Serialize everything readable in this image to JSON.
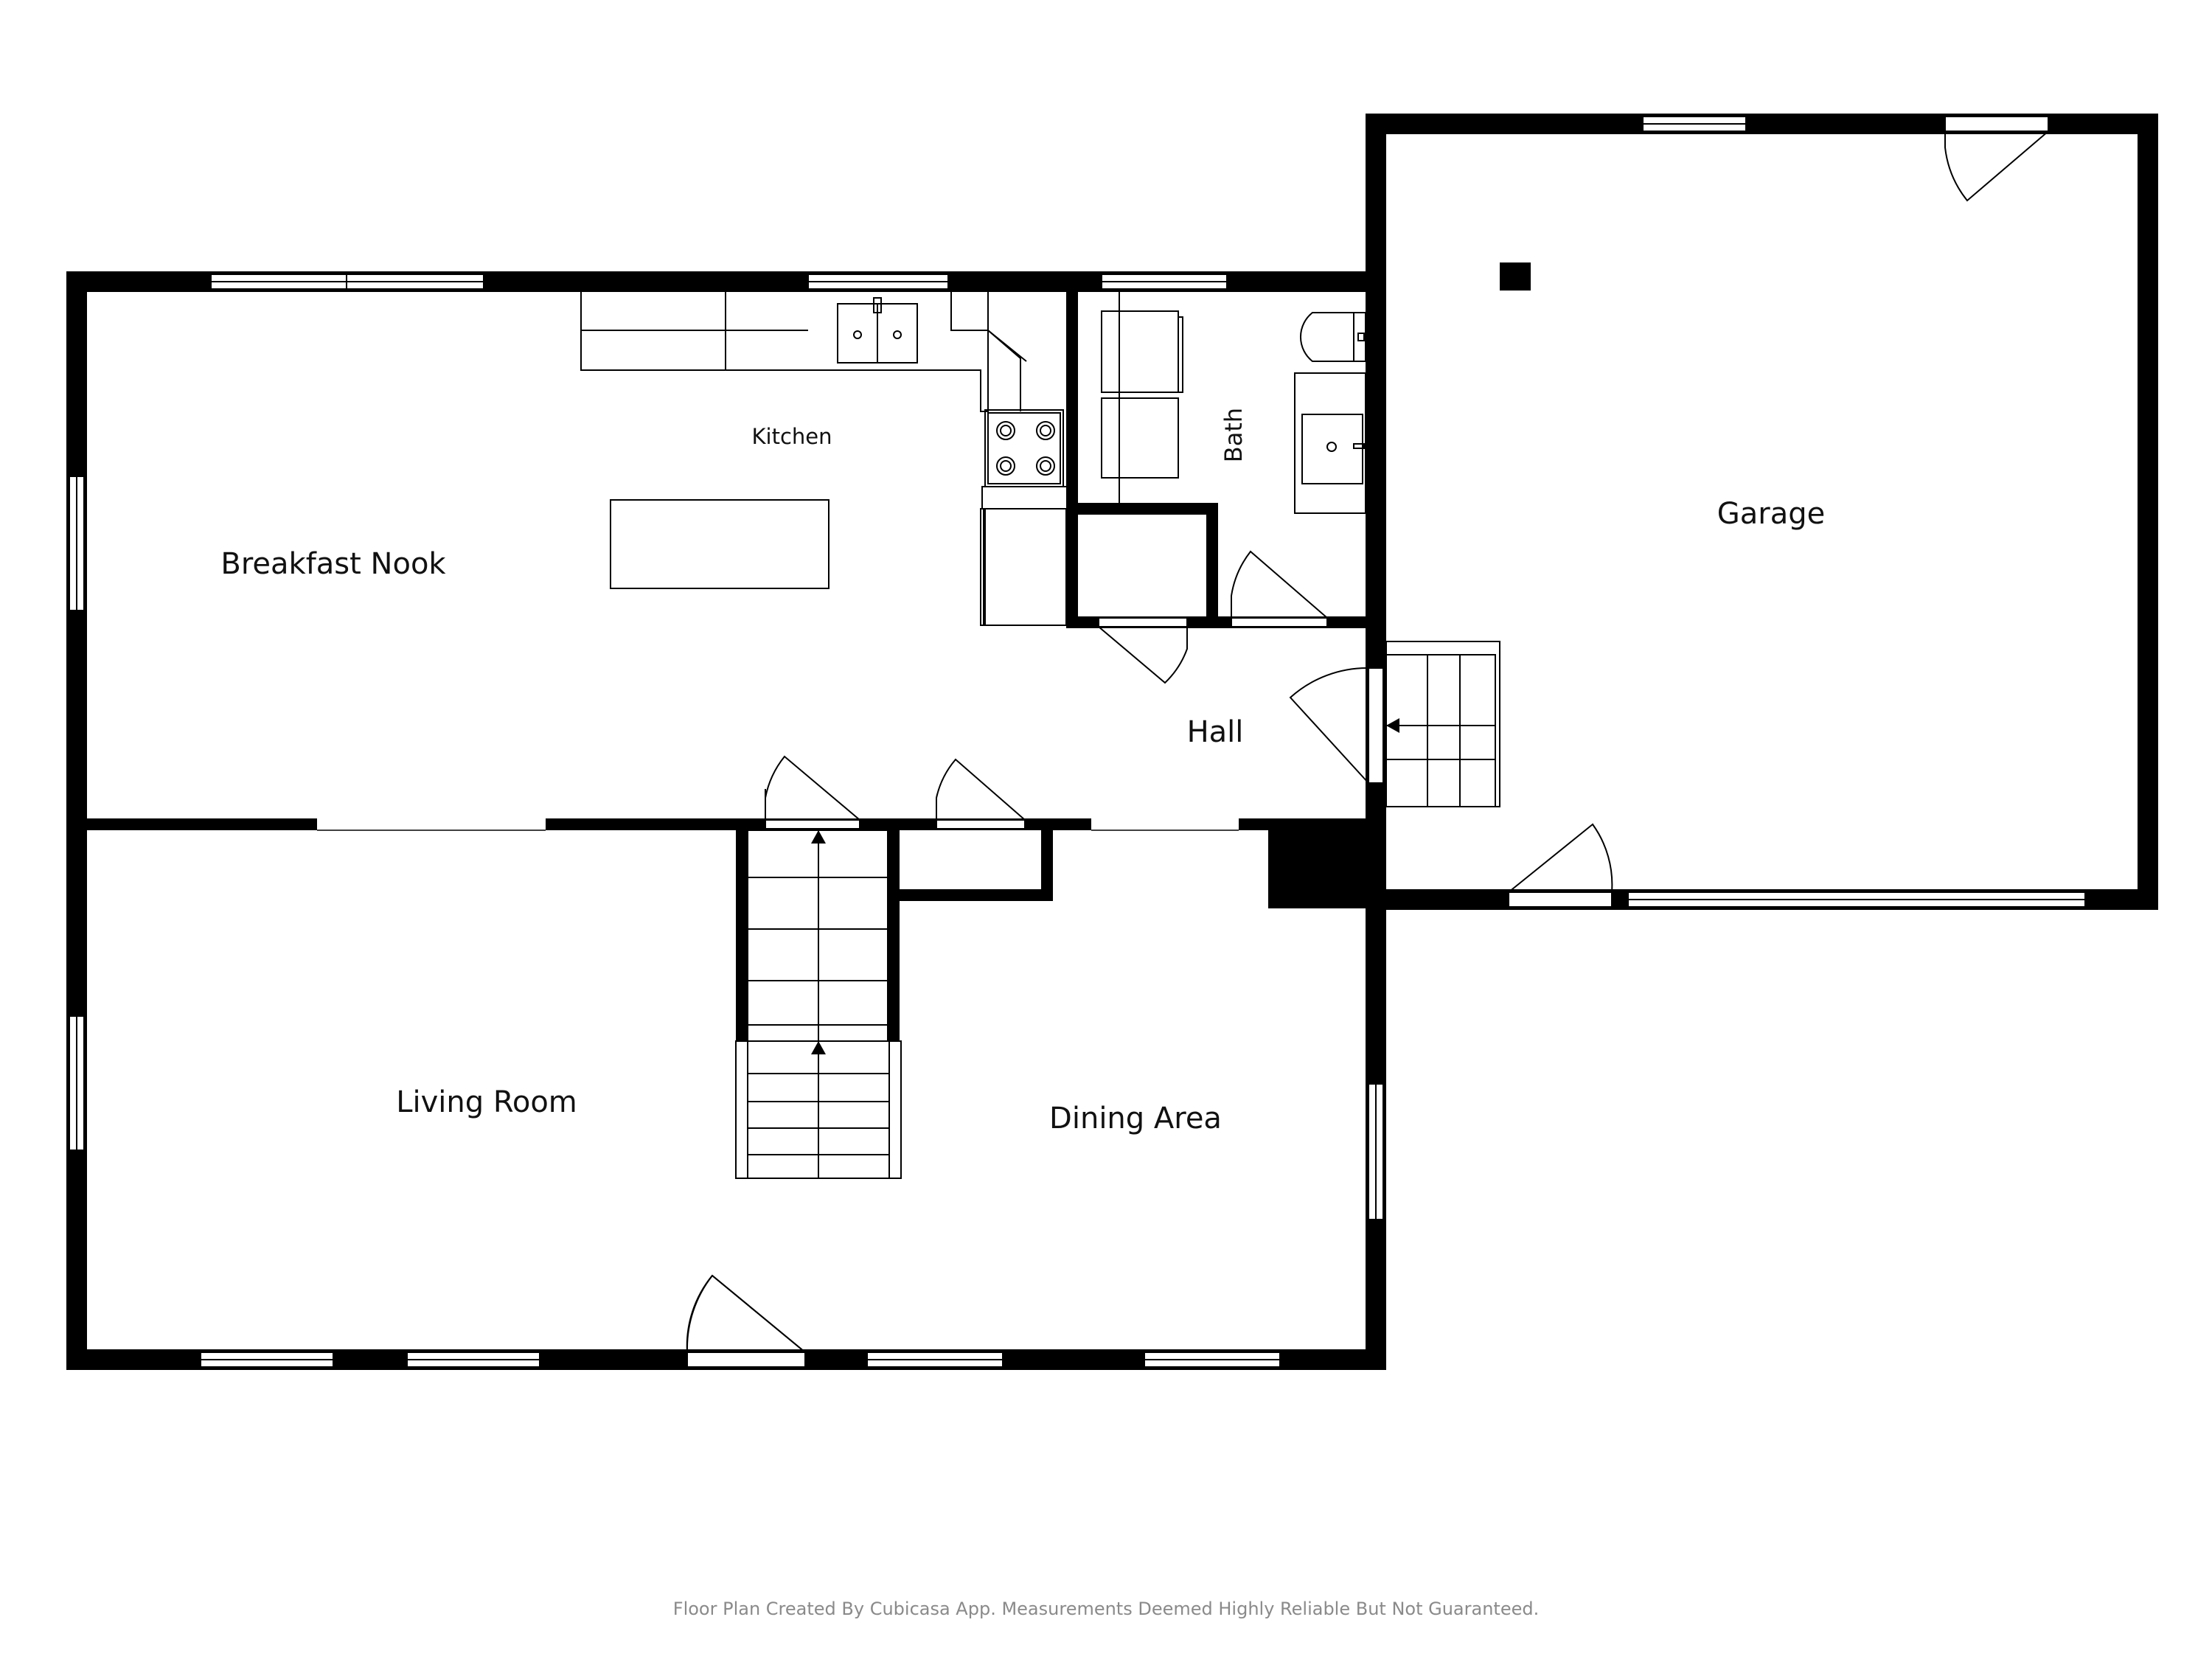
{
  "rooms": {
    "breakfast_nook": "Breakfast Nook",
    "kitchen": "Kitchen",
    "bath": "Bath",
    "garage": "Garage",
    "hall": "Hall",
    "living_room": "Living Room",
    "dining_area": "Dining Area"
  },
  "footer": {
    "text": "Floor Plan Created By Cubicasa App. Measurements Deemed Highly Reliable But Not Guaranteed."
  },
  "colors": {
    "wall": "#000000",
    "line": "#000000",
    "background": "#ffffff",
    "footer_text": "#8a8a8a"
  }
}
